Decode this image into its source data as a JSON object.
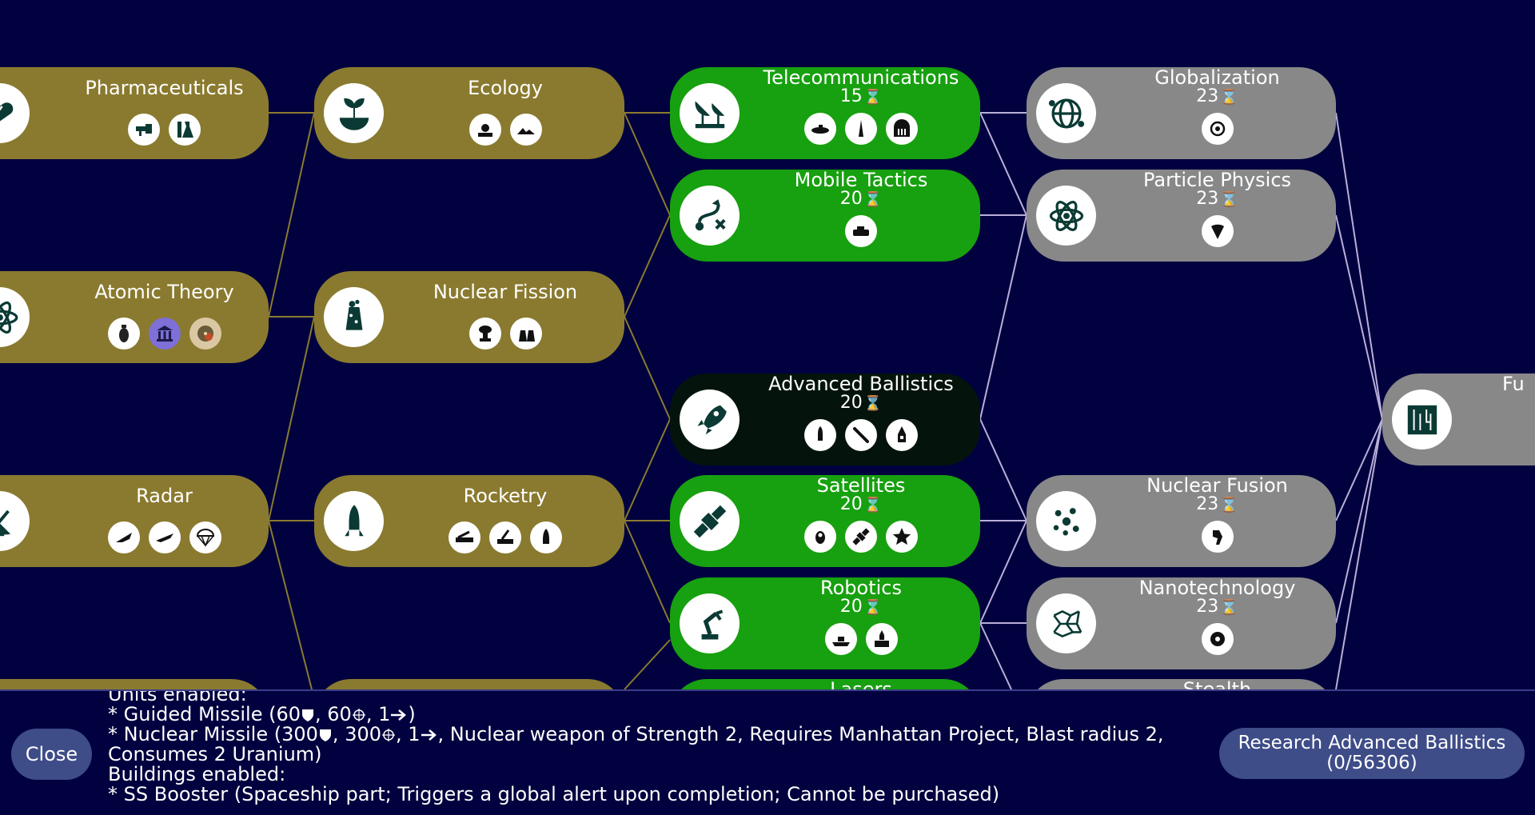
{
  "colors": {
    "background": "#01013f",
    "researched": "#8a7a2f",
    "researchable": "#17a00f",
    "selected": "#04140c",
    "locked": "#888888",
    "button": "#3e4c88",
    "link_researched": "#8a7a2f",
    "link_researchable": "#17a00f",
    "link_locked": "#b9b0d9"
  },
  "techs": {
    "pharmaceuticals": {
      "name": "Pharmaceuticals",
      "icon": "pill-icon",
      "unlocks": [
        "medic-unit-icon",
        "flask-building-icon"
      ]
    },
    "atomic_theory": {
      "name": "Atomic Theory",
      "icon": "atom-icon",
      "unlocks": [
        "bomb-icon",
        "museum-building-icon",
        "uranium-resource-icon"
      ]
    },
    "radar": {
      "name": "Radar",
      "icon": "satellite-dish-icon",
      "unlocks": [
        "fighter-jet-icon",
        "bomber-icon",
        "parachute-icon"
      ]
    },
    "ecology": {
      "name": "Ecology",
      "icon": "plant-globe-icon",
      "unlocks": [
        "solar-plant-icon",
        "nature-reserve-icon"
      ]
    },
    "nuclear_fission": {
      "name": "Nuclear Fission",
      "icon": "nuclear-plant-icon",
      "unlocks": [
        "mushroom-cloud-icon",
        "reactor-icon"
      ]
    },
    "rocketry": {
      "name": "Rocketry",
      "icon": "rocket-missile-icon",
      "unlocks": [
        "rocket-launcher-icon",
        "artillery-icon",
        "rocket-artillery-icon"
      ]
    },
    "telecommunications": {
      "name": "Telecommunications",
      "turns": "15",
      "icon": "antenna-dishes-icon",
      "unlocks": [
        "submarine-icon",
        "radio-tower-icon",
        "broadcast-tower-icon"
      ]
    },
    "mobile_tactics": {
      "name": "Mobile Tactics",
      "turns": "20",
      "icon": "tactics-plan-icon",
      "unlocks": [
        "mechanized-infantry-icon"
      ]
    },
    "advanced_ballistics": {
      "name": "Advanced Ballistics",
      "turns": "20",
      "icon": "rocket-ship-icon",
      "unlocks": [
        "guided-missile-icon",
        "nuclear-missile-icon",
        "ss-booster-icon"
      ]
    },
    "satellites": {
      "name": "Satellites",
      "turns": "20",
      "icon": "satellite-icon",
      "unlocks": [
        "ss-cockpit-icon",
        "satellite-unit-icon",
        "apollo-program-icon"
      ]
    },
    "robotics": {
      "name": "Robotics",
      "turns": "20",
      "icon": "robot-arm-icon",
      "unlocks": [
        "missile-cruiser-icon",
        "spaceship-factory-icon"
      ]
    },
    "lasers": {
      "name": "Lasers"
    },
    "globalization": {
      "name": "Globalization",
      "turns": "23",
      "icon": "globe-network-icon",
      "unlocks": [
        "united-nations-icon"
      ]
    },
    "particle_physics": {
      "name": "Particle Physics",
      "turns": "23",
      "icon": "atom-orbit-icon",
      "unlocks": [
        "hadron-collider-icon"
      ]
    },
    "nuclear_fusion": {
      "name": "Nuclear Fusion",
      "turns": "23",
      "icon": "fusion-particles-icon",
      "unlocks": [
        "giant-death-robot-icon"
      ]
    },
    "nanotechnology": {
      "name": "Nanotechnology",
      "turns": "23",
      "icon": "nano-mesh-icon",
      "unlocks": [
        "xcom-icon"
      ]
    },
    "stealth": {
      "name": "Stealth"
    },
    "future_tech": {
      "name": "Fu",
      "icon": "circuit-board-icon"
    }
  },
  "bottom": {
    "close_label": "Close",
    "lines": [
      "Units enabled:",
      " * Guided Missile (60 {str}, 60 {rng}, 1 {mov})",
      " * Nuclear Missile (300 {str}, 300 {rng}, 1 {mov}, Nuclear weapon of Strength 2, Requires Manhattan Project, Blast radius 2,",
      "Consumes 2 Uranium)",
      "Buildings enabled:",
      "* SS Booster (Spaceship part; Triggers a global alert upon completion; Cannot be purchased)"
    ],
    "guided_missile": {
      "prefix": " * Guided Missile (",
      "strength": "60",
      "range": "60",
      "movement": "1",
      "suffix": ")"
    },
    "nuclear_missile": {
      "prefix": " * Nuclear Missile (",
      "strength": "300",
      "range": "300",
      "movement": "1",
      "suffix": ", Nuclear weapon of Strength 2, Requires Manhattan Project, Blast radius 2,"
    },
    "research_label": "Research Advanced Ballistics",
    "research_progress": "(0/56306)"
  }
}
